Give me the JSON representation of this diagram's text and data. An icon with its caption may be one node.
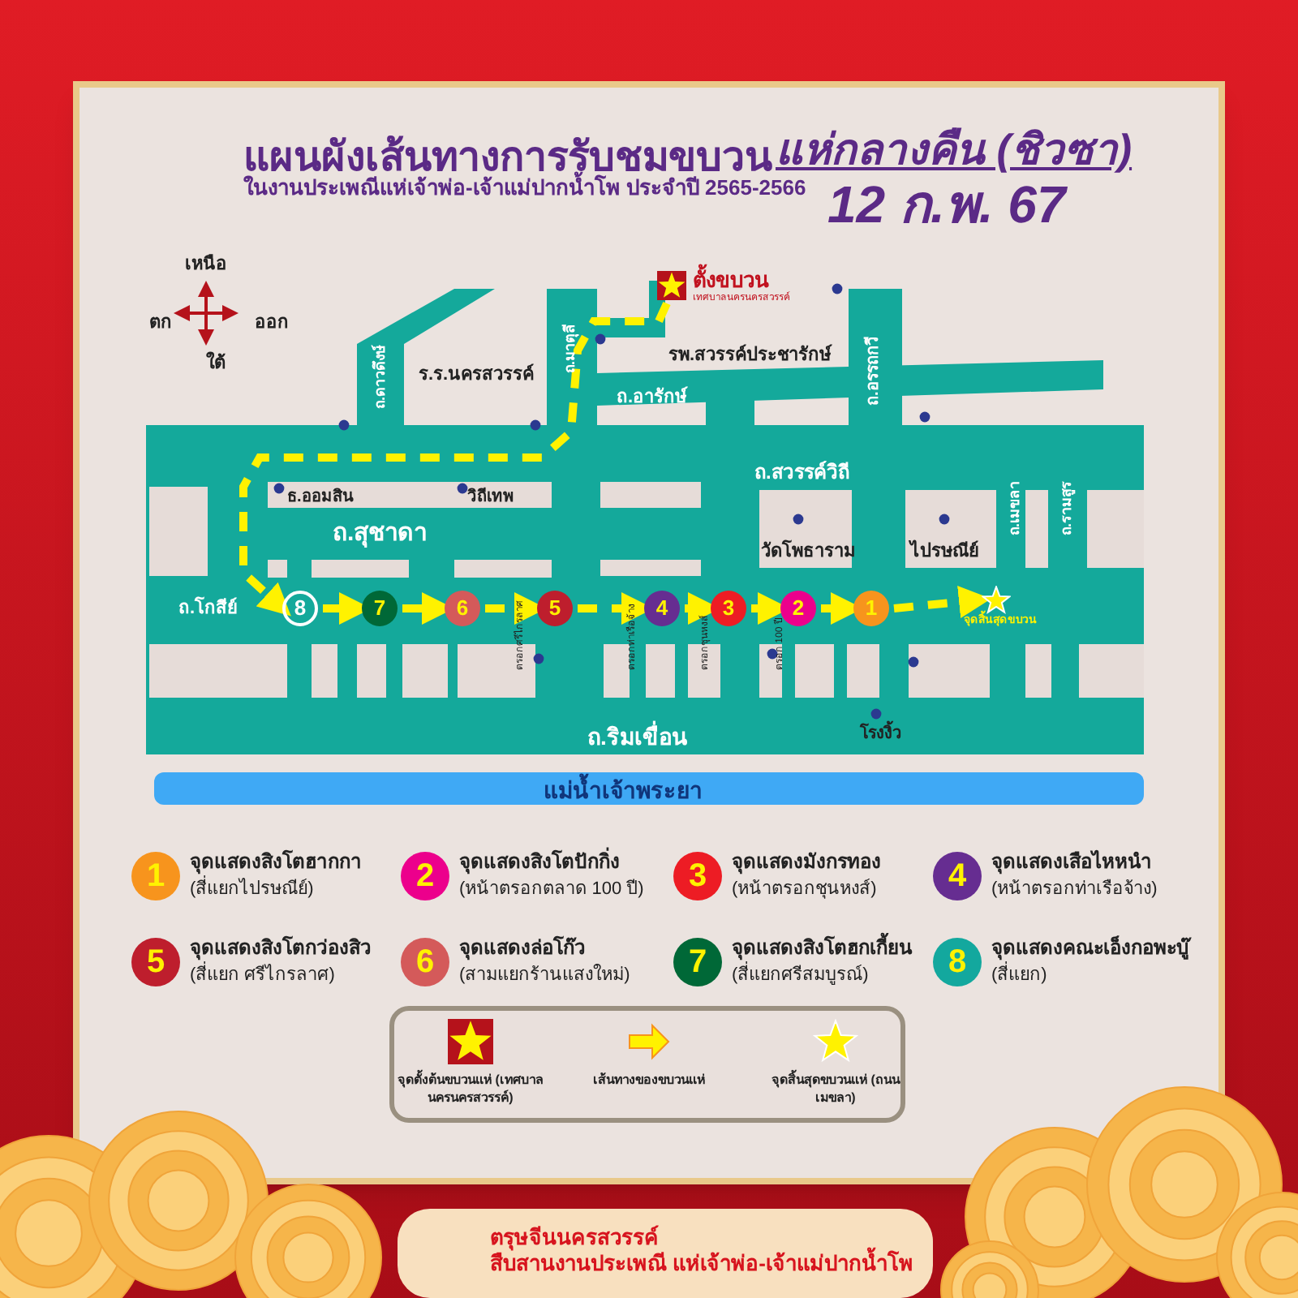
{
  "diagram": {
    "title": "แผนผังเส้นทางการรับชมขบวน",
    "nodes": [
      {
        "text": [],
        "shape": "star",
        "beside": [
          "ตั้งขบวน",
          "เทศบาลนครนครสวรรค์"
        ]
      },
      {
        "text": [
          "8"
        ]
      },
      {
        "text": [
          "7"
        ]
      },
      {
        "text": [
          "6"
        ]
      },
      {
        "text": [
          "5"
        ]
      },
      {
        "text": [
          "4"
        ]
      },
      {
        "text": [
          "3"
        ]
      },
      {
        "text": [
          "2"
        ]
      },
      {
        "text": [
          "1"
        ]
      },
      {
        "text": [],
        "shape": "star",
        "beside": [
          "จุดสิ้นสุดขบวน"
        ]
      },
      {
        "text": [
          "1"
        ],
        "beside": [
          "จุดแสดงสิงโตฮากกา",
          "(สี่แยกไปรษณีย์)"
        ]
      },
      {
        "text": [
          "2"
        ],
        "beside": [
          "จุดแสดงสิงโตปักกิ่ง",
          "(หน้าตรอกตลาด 100 ปี)"
        ]
      },
      {
        "text": [
          "3"
        ],
        "beside": [
          "จุดแสดงมังกรทอง",
          "(หน้าตรอกชุนหงส์)"
        ]
      },
      {
        "text": [
          "4"
        ],
        "beside": [
          "จุดแสดงเสือไหหนำ",
          "(หน้าตรอกท่าเรือจ้าง)"
        ]
      },
      {
        "text": [
          "5"
        ],
        "beside": [
          "จุดแสดงสิงโตกว่องสิว",
          "(สี่แยก ศรีไกรลาศ)"
        ]
      },
      {
        "text": [
          "6"
        ],
        "beside": [
          "จุดแสดงล่อโก๊ว",
          "(สามแยกร้านแสงใหม่)"
        ]
      },
      {
        "text": [
          "7"
        ],
        "beside": [
          "จุดแสดงสิงโตฮกเกี้ยน",
          "(สี่แยกศรีสมบูรณ์)"
        ]
      },
      {
        "text": [
          "8"
        ],
        "beside": [
          "จุดแสดงคณะเอ็งกอพะบู๊",
          "(สี่แยก)"
        ]
      }
    ],
    "edges": [
      {
        "from": 0,
        "to": 1,
        "arrow": "to"
      },
      {
        "from": 1,
        "to": 2,
        "arrow": "to"
      },
      {
        "from": 2,
        "to": 3,
        "arrow": "to"
      },
      {
        "from": 3,
        "to": 4,
        "arrow": "to"
      },
      {
        "from": 4,
        "to": 5,
        "arrow": "to"
      },
      {
        "from": 5,
        "to": 6,
        "arrow": "to"
      },
      {
        "from": 6,
        "to": 7,
        "arrow": "to"
      },
      {
        "from": 7,
        "to": 8,
        "arrow": "to"
      },
      {
        "from": 8,
        "to": 9,
        "arrow": "to"
      }
    ],
    "labels": [
      "ในงานประเพณีแห่เจ้าพ่อ-เจ้าแม่ปากน้ำโพ ประจำปี 2565-2566",
      "แห่กลางคืน (ชิวซา)",
      "12 ก.พ. 67",
      "เหนือ",
      "ตก",
      "ออก",
      "ใต้",
      "ถ.ดาวดึงษ์",
      "ร.ร.นครสวรรค์",
      "ถ.มาตุลี",
      "ถ.อารักษ์",
      "รพ.สวรรค์ประชารักษ์",
      "ถ.อรรถกวี",
      "ถ.สวรรค์วิถี",
      "ธ.ออมสิน",
      "วิถีเทพ",
      "ถ.สุชาดา",
      "วัดโพธาราม",
      "ไปรษณีย์",
      "ถ.เมขลา",
      "ถ.รามสูร",
      "ถ.โกสีย์",
      "ตรอกศรีไกรลาศ",
      "ตรอกท่าเรือจ้าง",
      "ตรอกชุนหงส์",
      "ตรอก 100 ปี",
      "ถ.ริมเขื่อน",
      "โรงงิ้ว",
      "แม่น้ำเจ้าพระยา",
      "ตรุษจีนนครสวรรค์",
      "สืบสานงานประเพณี แห่เจ้าพ่อ-เจ้าแม่ปากน้ำโพ"
    ],
    "legend": [
      {
        "text": "จุดตั้งต้นขบวนแห่ (เทศบาลนครนครสวรรค์)"
      },
      {
        "text": "เส้นทางของขบวนแห่"
      },
      {
        "text": "จุดสิ้นสุดขบวนแห่ (ถนนเมขลา)"
      }
    ]
  }
}
